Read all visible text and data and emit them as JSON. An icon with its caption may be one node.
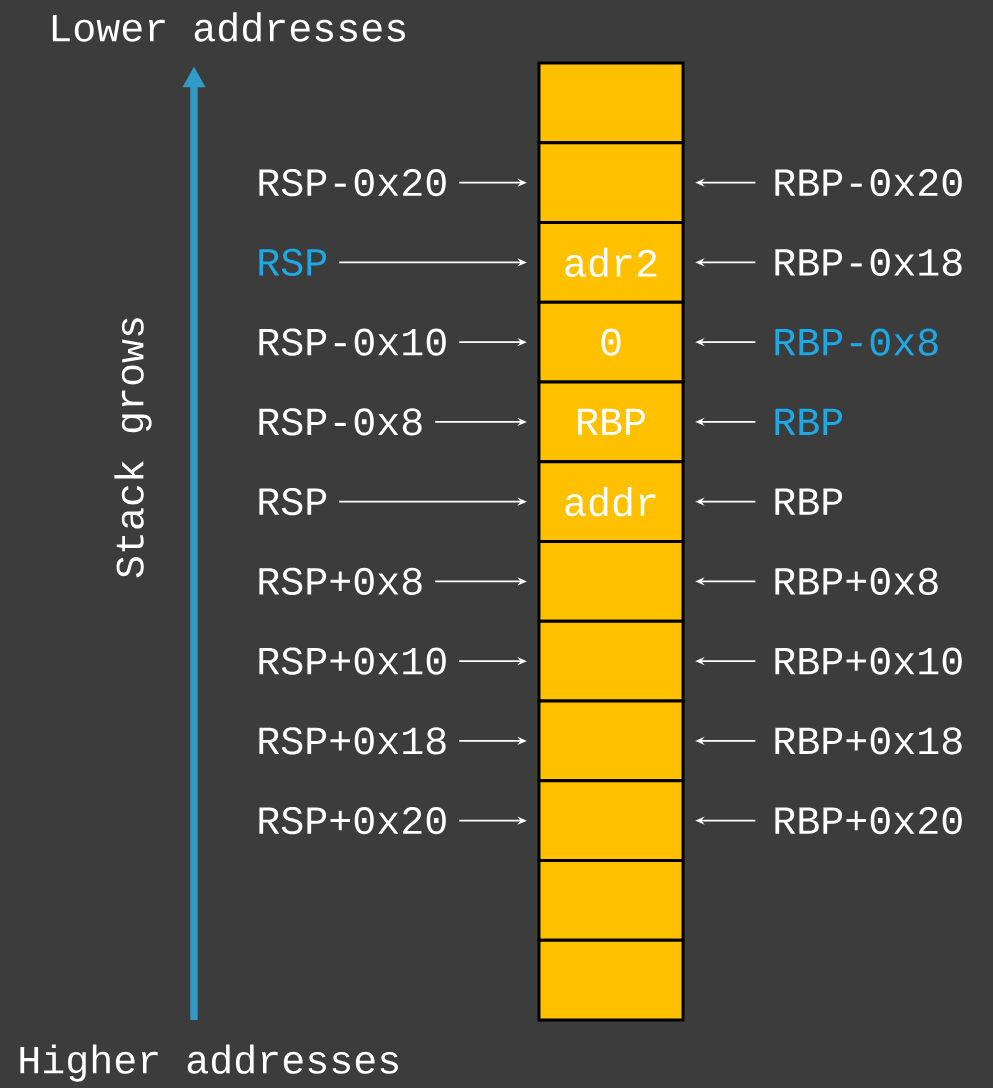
{
  "diagram": {
    "nodes": [
      {
        "text": [],
        "shape": "box"
      },
      {
        "text": [
          "RSP-0x20"
        ]
      },
      {
        "text": [],
        "shape": "box"
      },
      {
        "text": [
          "RBP-0x20"
        ]
      },
      {
        "text": [
          "RSP"
        ]
      },
      {
        "text": [
          "adr2"
        ]
      },
      {
        "text": [
          "RBP-0x18"
        ]
      },
      {
        "text": [
          "RSP-0x10"
        ]
      },
      {
        "text": [
          "0"
        ]
      },
      {
        "text": [
          "RBP-0x8"
        ]
      },
      {
        "text": [
          "RSP-0x8"
        ]
      },
      {
        "text": [
          "RBP"
        ]
      },
      {
        "text": [
          "RBP"
        ]
      },
      {
        "text": [
          "RSP"
        ]
      },
      {
        "text": [
          "addr"
        ]
      },
      {
        "text": [
          "RBP"
        ]
      },
      {
        "text": [
          "RSP+0x8"
        ]
      },
      {
        "text": [],
        "shape": "box"
      },
      {
        "text": [
          "RBP+0x8"
        ]
      },
      {
        "text": [
          "RSP+0x10"
        ]
      },
      {
        "text": [],
        "shape": "box"
      },
      {
        "text": [
          "RBP+0x10"
        ]
      },
      {
        "text": [
          "RSP+0x18"
        ]
      },
      {
        "text": [],
        "shape": "box"
      },
      {
        "text": [
          "RBP+0x18"
        ]
      },
      {
        "text": [
          "RSP+0x20"
        ]
      },
      {
        "text": [],
        "shape": "box"
      },
      {
        "text": [
          "RBP+0x20"
        ]
      },
      {
        "text": [],
        "shape": "box"
      },
      {
        "text": [],
        "shape": "box"
      }
    ],
    "edges": [
      {
        "from": 1,
        "to": 2,
        "arrow": "to"
      },
      {
        "from": 3,
        "to": 2,
        "arrow": "to"
      },
      {
        "from": 4,
        "to": 5,
        "arrow": "to"
      },
      {
        "from": 6,
        "to": 5,
        "arrow": "to"
      },
      {
        "from": 7,
        "to": 8,
        "arrow": "to"
      },
      {
        "from": 9,
        "to": 8,
        "arrow": "to"
      },
      {
        "from": 10,
        "to": 11,
        "arrow": "to"
      },
      {
        "from": 12,
        "to": 11,
        "arrow": "to"
      },
      {
        "from": 13,
        "to": 14,
        "arrow": "to"
      },
      {
        "from": 15,
        "to": 14,
        "arrow": "to"
      },
      {
        "from": 16,
        "to": 17,
        "arrow": "to"
      },
      {
        "from": 18,
        "to": 17,
        "arrow": "to"
      },
      {
        "from": 19,
        "to": 20,
        "arrow": "to"
      },
      {
        "from": 21,
        "to": 20,
        "arrow": "to"
      },
      {
        "from": 22,
        "to": 23,
        "arrow": "to"
      },
      {
        "from": 24,
        "to": 23,
        "arrow": "to"
      },
      {
        "from": 25,
        "to": 26,
        "arrow": "to"
      },
      {
        "from": 27,
        "to": 26,
        "arrow": "to"
      }
    ],
    "labels": [
      "Lower addresses",
      "Stack grows",
      "Higher addresses"
    ]
  }
}
